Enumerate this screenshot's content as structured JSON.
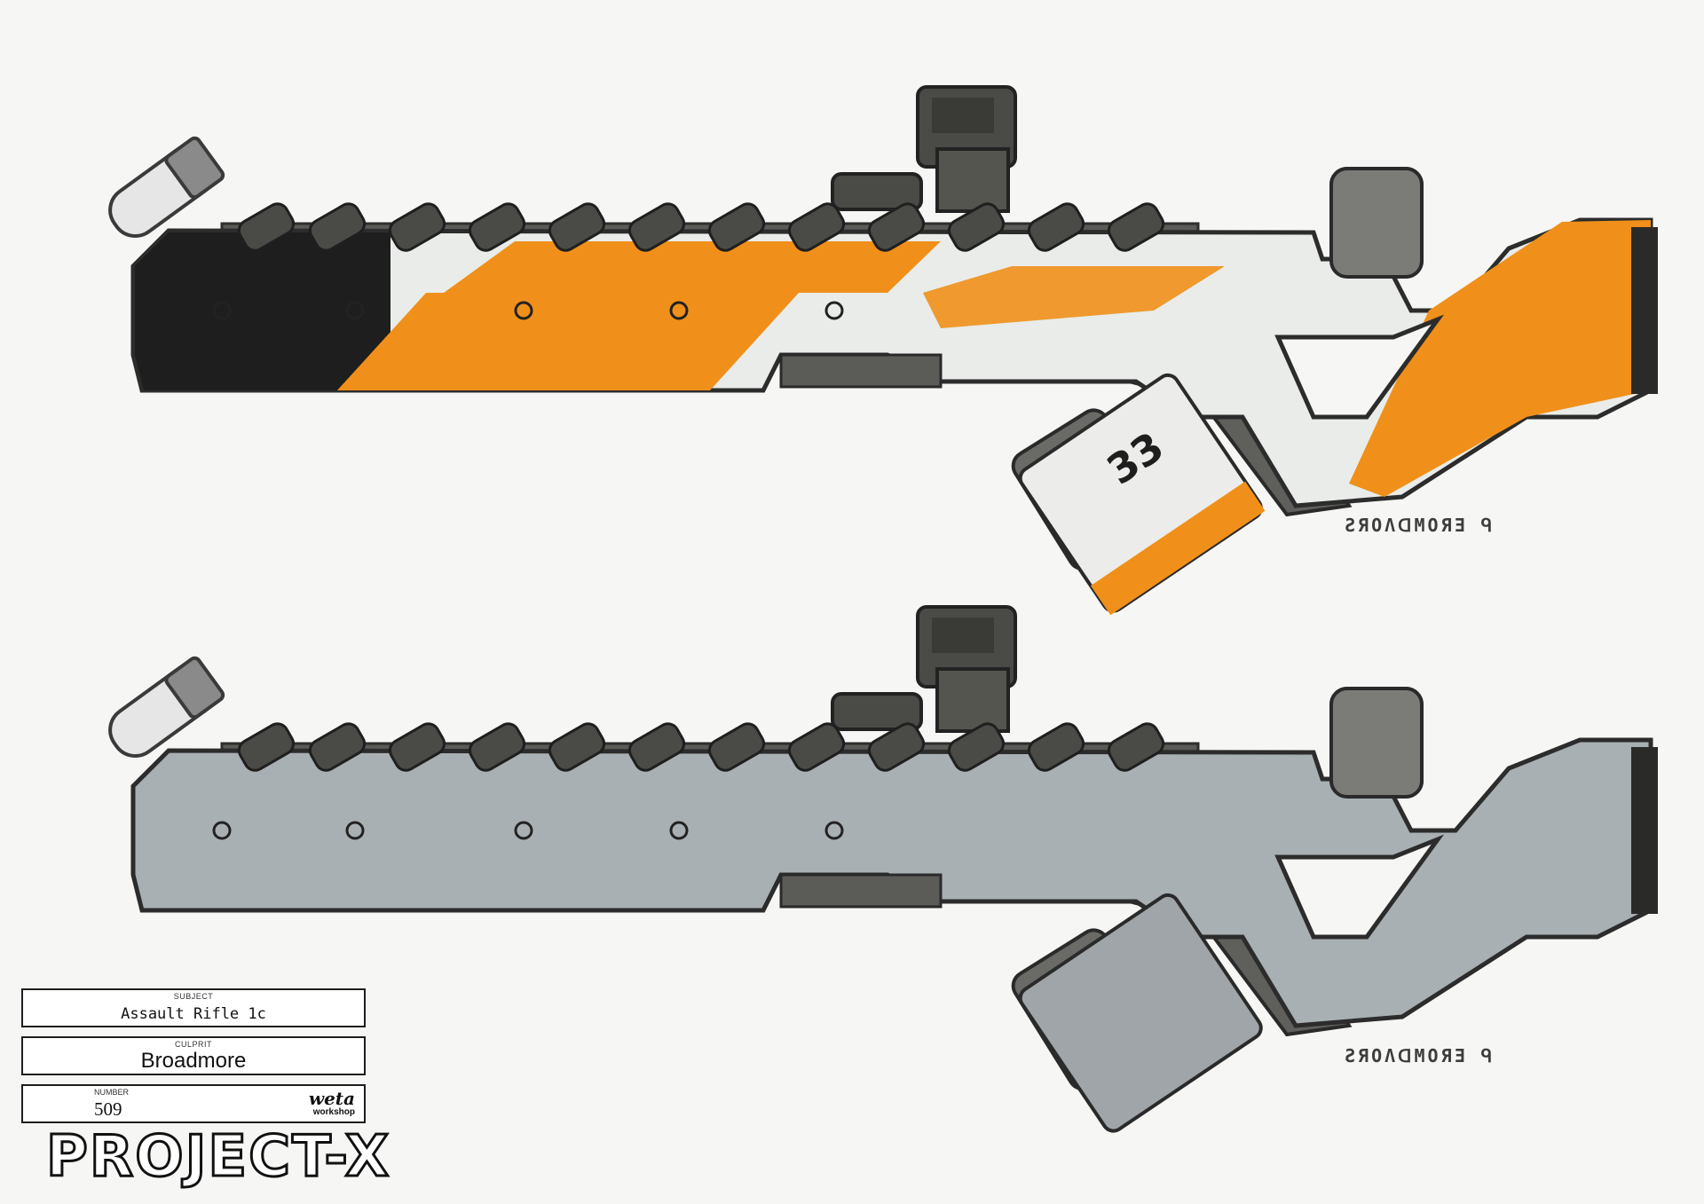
{
  "markings": {
    "signature_top": "ƧЯOΛᗡMOЯƎ ᑫ",
    "signature_bottom": "ƧЯOΛᗡMOЯƎ ᑫ"
  },
  "title_block": {
    "subject_label": "SUBJECT",
    "subject_value": "Assault Rifle 1c",
    "culprit_label": "CULPRIT",
    "culprit_value": "Broadmore",
    "number_label": "NUMBER",
    "number_value": "509",
    "logo_text": "weta",
    "logo_subtext": "workshop",
    "project_title": "PROJECT-X"
  },
  "colors": {
    "orange": "#f0901a",
    "white_body": "#e8ebe8",
    "dark_parts": "#4a4a46",
    "black_panel": "#1e1e1e",
    "grey_body": "#a9b0b4"
  }
}
